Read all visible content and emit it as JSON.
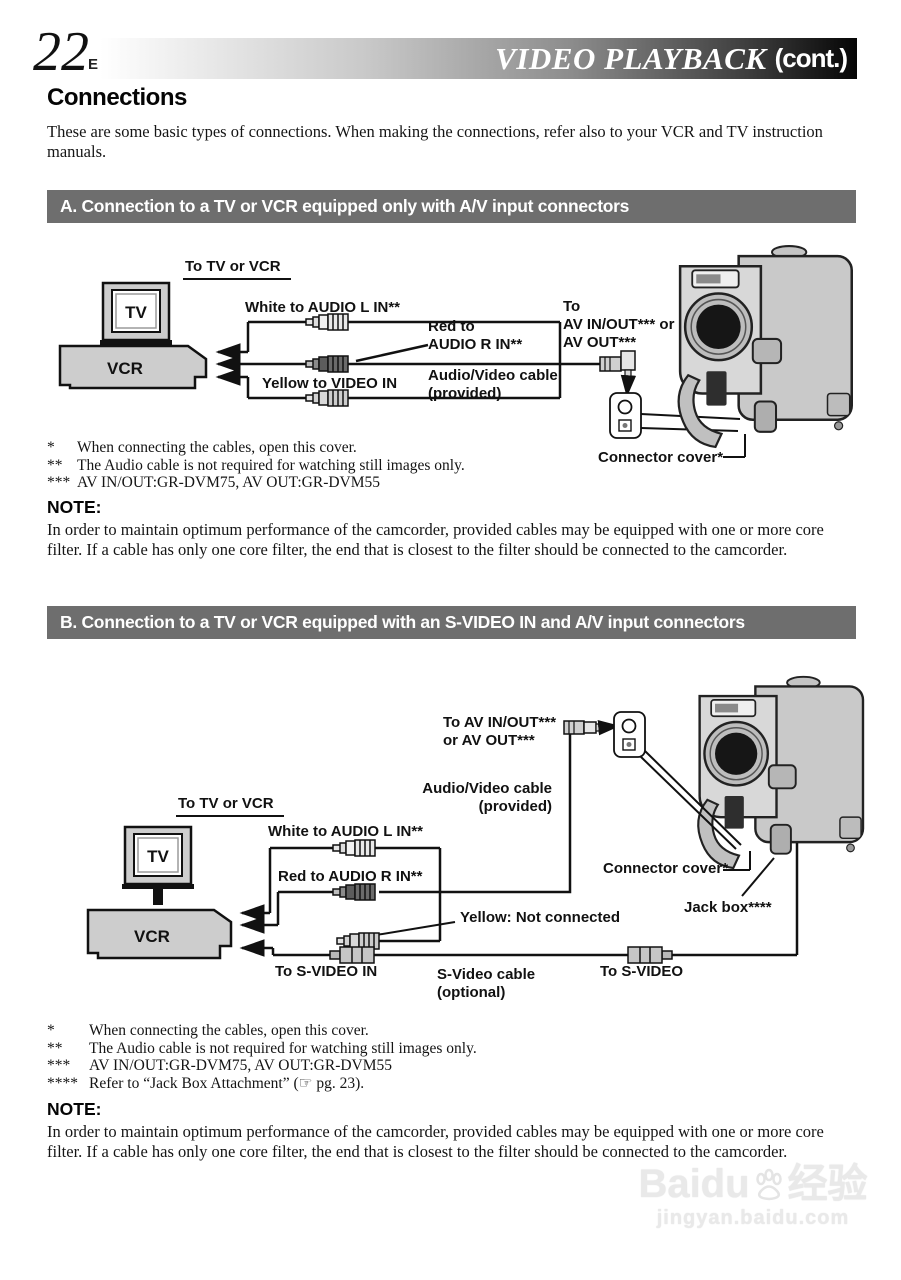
{
  "page": {
    "number": "22",
    "lang": "EN",
    "banner_title": "VIDEO PLAYBACK",
    "banner_cont": "(cont.)",
    "heading": "Connections",
    "intro": "These are some basic types of connections. When making the connections, refer also to your VCR and TV instruction manuals."
  },
  "colors": {
    "section_bar_gray": "#6e6e6e",
    "banner_gradient_end": "#050505",
    "diagram_fill_gray": "#cdcdcd",
    "watermark_gray": "#e9e9e9"
  },
  "section_a": {
    "title": "A. Connection to a TV or VCR equipped only with A/V input connectors",
    "diagram": {
      "to_tv_or_vcr": "To TV or VCR",
      "tv": "TV",
      "vcr": "VCR",
      "white_label": "White to AUDIO L IN**",
      "red_label_1": "Red to",
      "red_label_2": "AUDIO R IN**",
      "yellow_label": "Yellow to VIDEO IN",
      "av_label_1": "To",
      "av_label_2": "AV IN/OUT*** or",
      "av_label_3": "AV OUT***",
      "cable_label_1": "Audio/Video cable",
      "cable_label_2": "(provided)",
      "connector_cover": "Connector cover*"
    },
    "footnotes": [
      {
        "mark": "*",
        "text": "When connecting the cables, open this cover."
      },
      {
        "mark": "**",
        "text": "The Audio cable is not required for watching still images only."
      },
      {
        "mark": "***",
        "text": "AV IN/OUT:GR-DVM75, AV OUT:GR-DVM55"
      }
    ],
    "note_heading": "NOTE:",
    "note_text": "In order to maintain optimum performance of the camcorder, provided cables may be equipped with one or more core filter. If a cable has only one core filter, the end that is closest to the filter should be connected to the camcorder."
  },
  "section_b": {
    "title": "B. Connection to a TV or VCR equipped with an S-VIDEO IN and A/V input connectors",
    "diagram": {
      "av_label_1": "To AV IN/OUT***",
      "av_label_2": "or AV OUT***",
      "cable_label_1": "Audio/Video cable",
      "cable_label_2": "(provided)",
      "to_tv_or_vcr": "To TV or VCR",
      "tv": "TV",
      "vcr": "VCR",
      "white_label": "White to AUDIO L IN**",
      "red_label": "Red to AUDIO R IN**",
      "connector_cover": "Connector cover*",
      "jack_box": "Jack box****",
      "yellow_label": "Yellow: Not connected",
      "to_svideo_in": "To S-VIDEO IN",
      "svideo_cable_1": "S-Video cable",
      "svideo_cable_2": "(optional)",
      "to_svideo": "To S-VIDEO"
    },
    "footnotes": [
      {
        "mark": "*",
        "text": "When connecting the cables, open this cover."
      },
      {
        "mark": "**",
        "text": "The Audio cable is not required for watching still images only."
      },
      {
        "mark": "***",
        "text": "AV IN/OUT:GR-DVM75, AV OUT:GR-DVM55"
      },
      {
        "mark": "****",
        "text": "Refer to “Jack Box Attachment” (☞ pg. 23)."
      }
    ],
    "note_heading": "NOTE:",
    "note_text": "In order to maintain optimum performance of the camcorder, provided cables may be equipped with one or more core filter. If a cable has only one core filter, the end that is closest to the filter should be connected to the camcorder."
  },
  "watermark": {
    "brand": "Baidu",
    "brand_cn": "经验",
    "url": "jingyan.baidu.com"
  }
}
